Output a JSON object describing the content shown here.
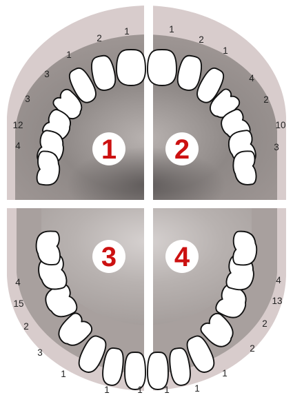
{
  "colors": {
    "background": "#ffffff",
    "arch_outer": "#d8cccc",
    "arch_inner": "#918a88",
    "palate": "#8b8582",
    "tongue": "#c9c3c1",
    "divider": "#ffffff",
    "label_circle": "#ffffff",
    "label_text": "#cc1111",
    "tooth_fill": "#ffffff",
    "tooth_stroke": "#111111"
  },
  "quadrants": [
    {
      "label": "1",
      "numbers": [
        "1",
        "2",
        "1",
        "3",
        "3",
        "12",
        "4"
      ]
    },
    {
      "label": "2",
      "numbers": [
        "1",
        "2",
        "1",
        "4",
        "2",
        "10",
        "3"
      ]
    },
    {
      "label": "3",
      "numbers": [
        "4",
        "15",
        "2",
        "3",
        "1",
        "1",
        "1"
      ]
    },
    {
      "label": "4",
      "numbers": [
        "4",
        "13",
        "2",
        "2",
        "1",
        "1",
        "1"
      ]
    }
  ]
}
